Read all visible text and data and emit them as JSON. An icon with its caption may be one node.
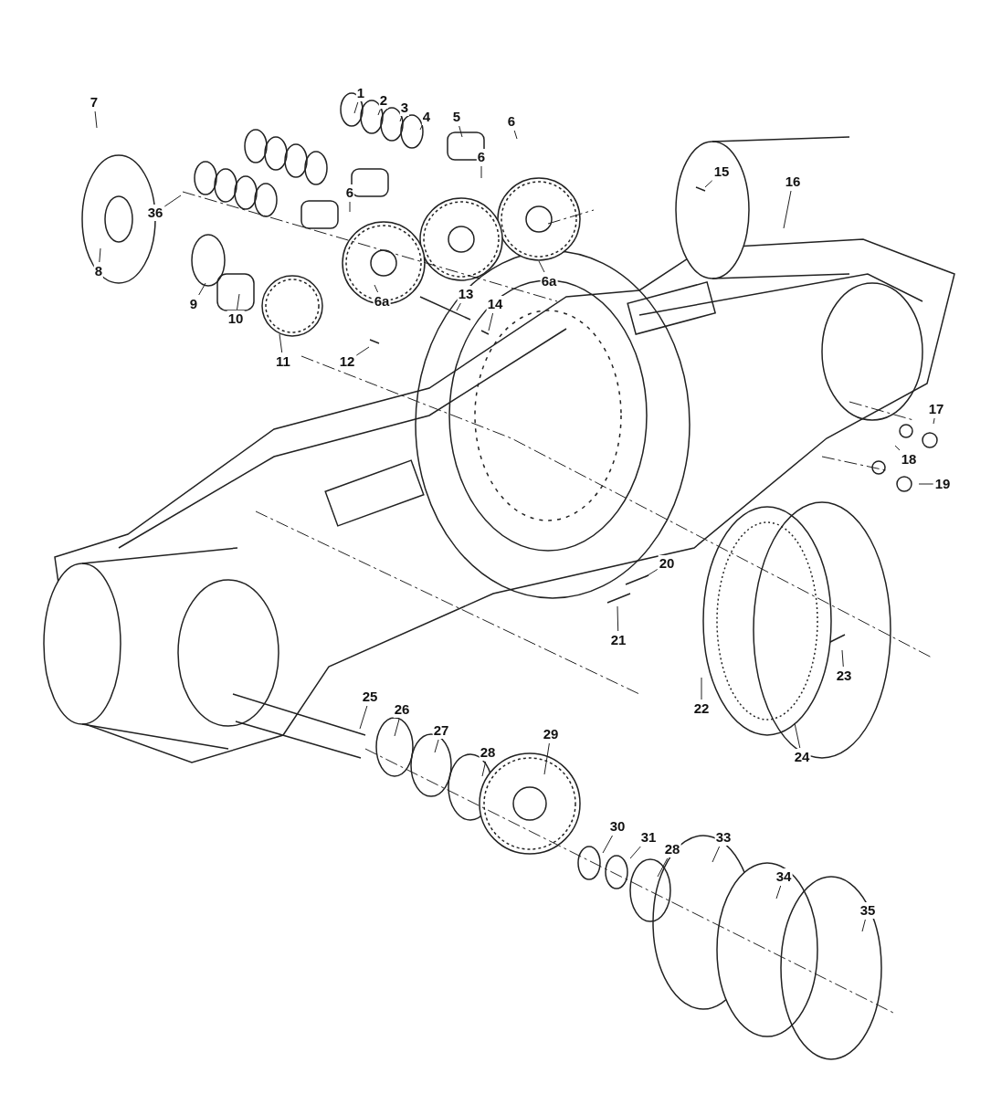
{
  "diagram": {
    "nodes": [
      {
        "text": [
          "1"
        ]
      },
      {
        "text": [
          "7"
        ]
      },
      {
        "text": [
          "2"
        ]
      },
      {
        "text": [
          "3"
        ]
      },
      {
        "text": [
          "4"
        ]
      },
      {
        "text": [
          "5"
        ]
      },
      {
        "text": [
          "6"
        ]
      },
      {
        "text": [
          "6"
        ]
      },
      {
        "text": [
          "15"
        ]
      },
      {
        "text": [
          "16"
        ]
      },
      {
        "text": [
          "6"
        ]
      },
      {
        "text": [
          "36"
        ]
      },
      {
        "text": [
          "8"
        ]
      },
      {
        "text": [
          "6a"
        ]
      },
      {
        "text": [
          "13"
        ]
      },
      {
        "text": [
          "6a"
        ]
      },
      {
        "text": [
          "9"
        ]
      },
      {
        "text": [
          "14"
        ]
      },
      {
        "text": [
          "10"
        ]
      },
      {
        "text": [
          "11"
        ]
      },
      {
        "text": [
          "12"
        ]
      },
      {
        "text": [
          "17"
        ]
      },
      {
        "text": [
          "18"
        ]
      },
      {
        "text": [
          "19"
        ]
      },
      {
        "text": [
          "20"
        ]
      },
      {
        "text": [
          "21"
        ]
      },
      {
        "text": [
          "23"
        ]
      },
      {
        "text": [
          "25"
        ]
      },
      {
        "text": [
          "22"
        ]
      },
      {
        "text": [
          "26"
        ]
      },
      {
        "text": [
          "27"
        ]
      },
      {
        "text": [
          "29"
        ]
      },
      {
        "text": [
          "28"
        ]
      },
      {
        "text": [
          "24"
        ]
      },
      {
        "text": [
          "30"
        ]
      },
      {
        "text": [
          "31"
        ]
      },
      {
        "text": [
          "33"
        ]
      },
      {
        "text": [
          "28"
        ]
      },
      {
        "text": [
          "34"
        ]
      },
      {
        "text": [
          "35"
        ]
      }
    ],
    "edges": [
      {
        "from": 0,
        "to": null,
        "arrow": "none"
      },
      {
        "from": 1,
        "to": null,
        "arrow": "none"
      },
      {
        "from": 2,
        "to": null,
        "arrow": "none"
      },
      {
        "from": 3,
        "to": null,
        "arrow": "none"
      },
      {
        "from": 4,
        "to": null,
        "arrow": "none"
      },
      {
        "from": 5,
        "to": null,
        "arrow": "none"
      },
      {
        "from": 6,
        "to": null,
        "arrow": "none"
      },
      {
        "from": 7,
        "to": null,
        "arrow": "none"
      },
      {
        "from": 8,
        "to": null,
        "arrow": "none"
      },
      {
        "from": 9,
        "to": null,
        "arrow": "none"
      },
      {
        "from": 10,
        "to": null,
        "arrow": "none"
      },
      {
        "from": 11,
        "to": null,
        "arrow": "none"
      },
      {
        "from": 12,
        "to": null,
        "arrow": "none"
      },
      {
        "from": 13,
        "to": null,
        "arrow": "none"
      },
      {
        "from": 14,
        "to": null,
        "arrow": "none"
      },
      {
        "from": 15,
        "to": null,
        "arrow": "none"
      },
      {
        "from": 16,
        "to": null,
        "arrow": "none"
      },
      {
        "from": 17,
        "to": null,
        "arrow": "none"
      },
      {
        "from": 18,
        "to": null,
        "arrow": "none"
      },
      {
        "from": 19,
        "to": null,
        "arrow": "none"
      },
      {
        "from": 20,
        "to": null,
        "arrow": "none"
      },
      {
        "from": 21,
        "to": null,
        "arrow": "none"
      },
      {
        "from": 22,
        "to": null,
        "arrow": "none"
      },
      {
        "from": 23,
        "to": null,
        "arrow": "none"
      },
      {
        "from": 24,
        "to": null,
        "arrow": "none"
      },
      {
        "from": 25,
        "to": null,
        "arrow": "none"
      },
      {
        "from": 26,
        "to": null,
        "arrow": "none"
      },
      {
        "from": 27,
        "to": null,
        "arrow": "none"
      },
      {
        "from": 28,
        "to": null,
        "arrow": "none"
      },
      {
        "from": 29,
        "to": null,
        "arrow": "none"
      },
      {
        "from": 30,
        "to": null,
        "arrow": "none"
      },
      {
        "from": 31,
        "to": null,
        "arrow": "none"
      },
      {
        "from": 32,
        "to": null,
        "arrow": "none"
      },
      {
        "from": 33,
        "to": null,
        "arrow": "none"
      },
      {
        "from": 34,
        "to": null,
        "arrow": "none"
      },
      {
        "from": 35,
        "to": null,
        "arrow": "none"
      },
      {
        "from": 36,
        "to": null,
        "arrow": "none"
      },
      {
        "from": 37,
        "to": null,
        "arrow": "none"
      },
      {
        "from": 38,
        "to": null,
        "arrow": "none"
      },
      {
        "from": 39,
        "to": null,
        "arrow": "none"
      }
    ]
  }
}
